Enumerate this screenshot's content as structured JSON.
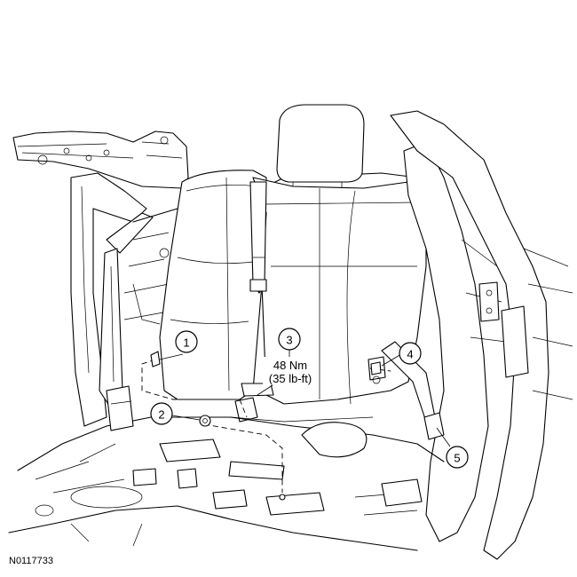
{
  "callouts": [
    {
      "num": "1"
    },
    {
      "num": "2"
    },
    {
      "num": "3"
    },
    {
      "num": "4"
    },
    {
      "num": "5"
    }
  ],
  "torque": {
    "line1": "48 Nm",
    "line2": "(35 lb-ft)"
  },
  "figure_id": "N0117733"
}
